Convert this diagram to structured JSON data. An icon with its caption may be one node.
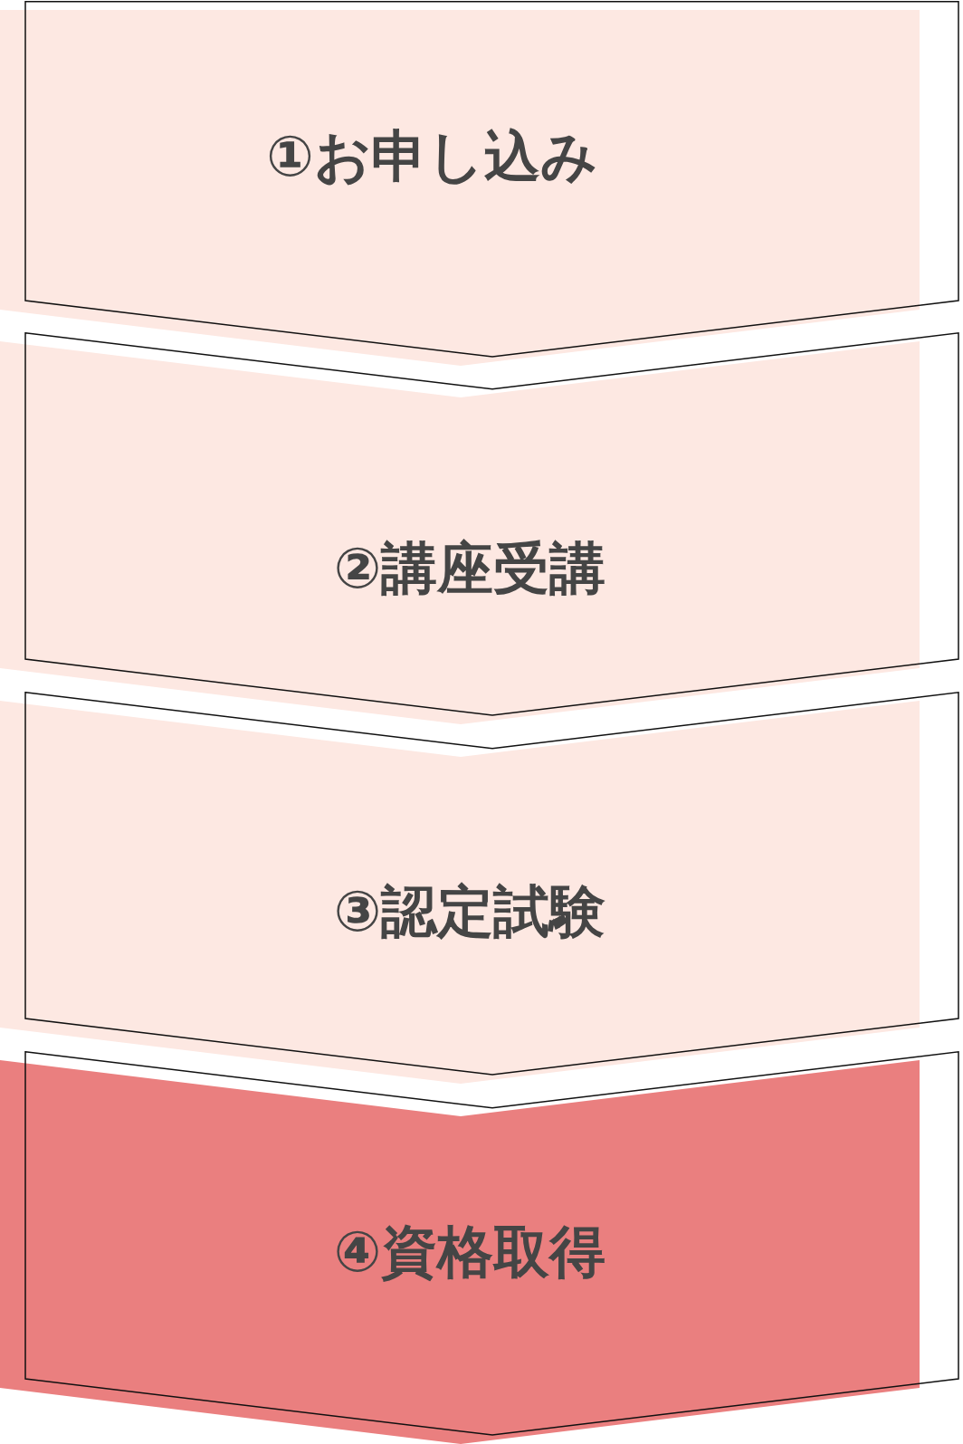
{
  "diagram": {
    "nodes": [
      {
        "text": [
          "①お申し込み"
        ]
      },
      {
        "text": [
          "②講座受講"
        ]
      },
      {
        "text": [
          "③認定試験"
        ]
      },
      {
        "text": [
          "④資格取得"
        ]
      }
    ]
  }
}
